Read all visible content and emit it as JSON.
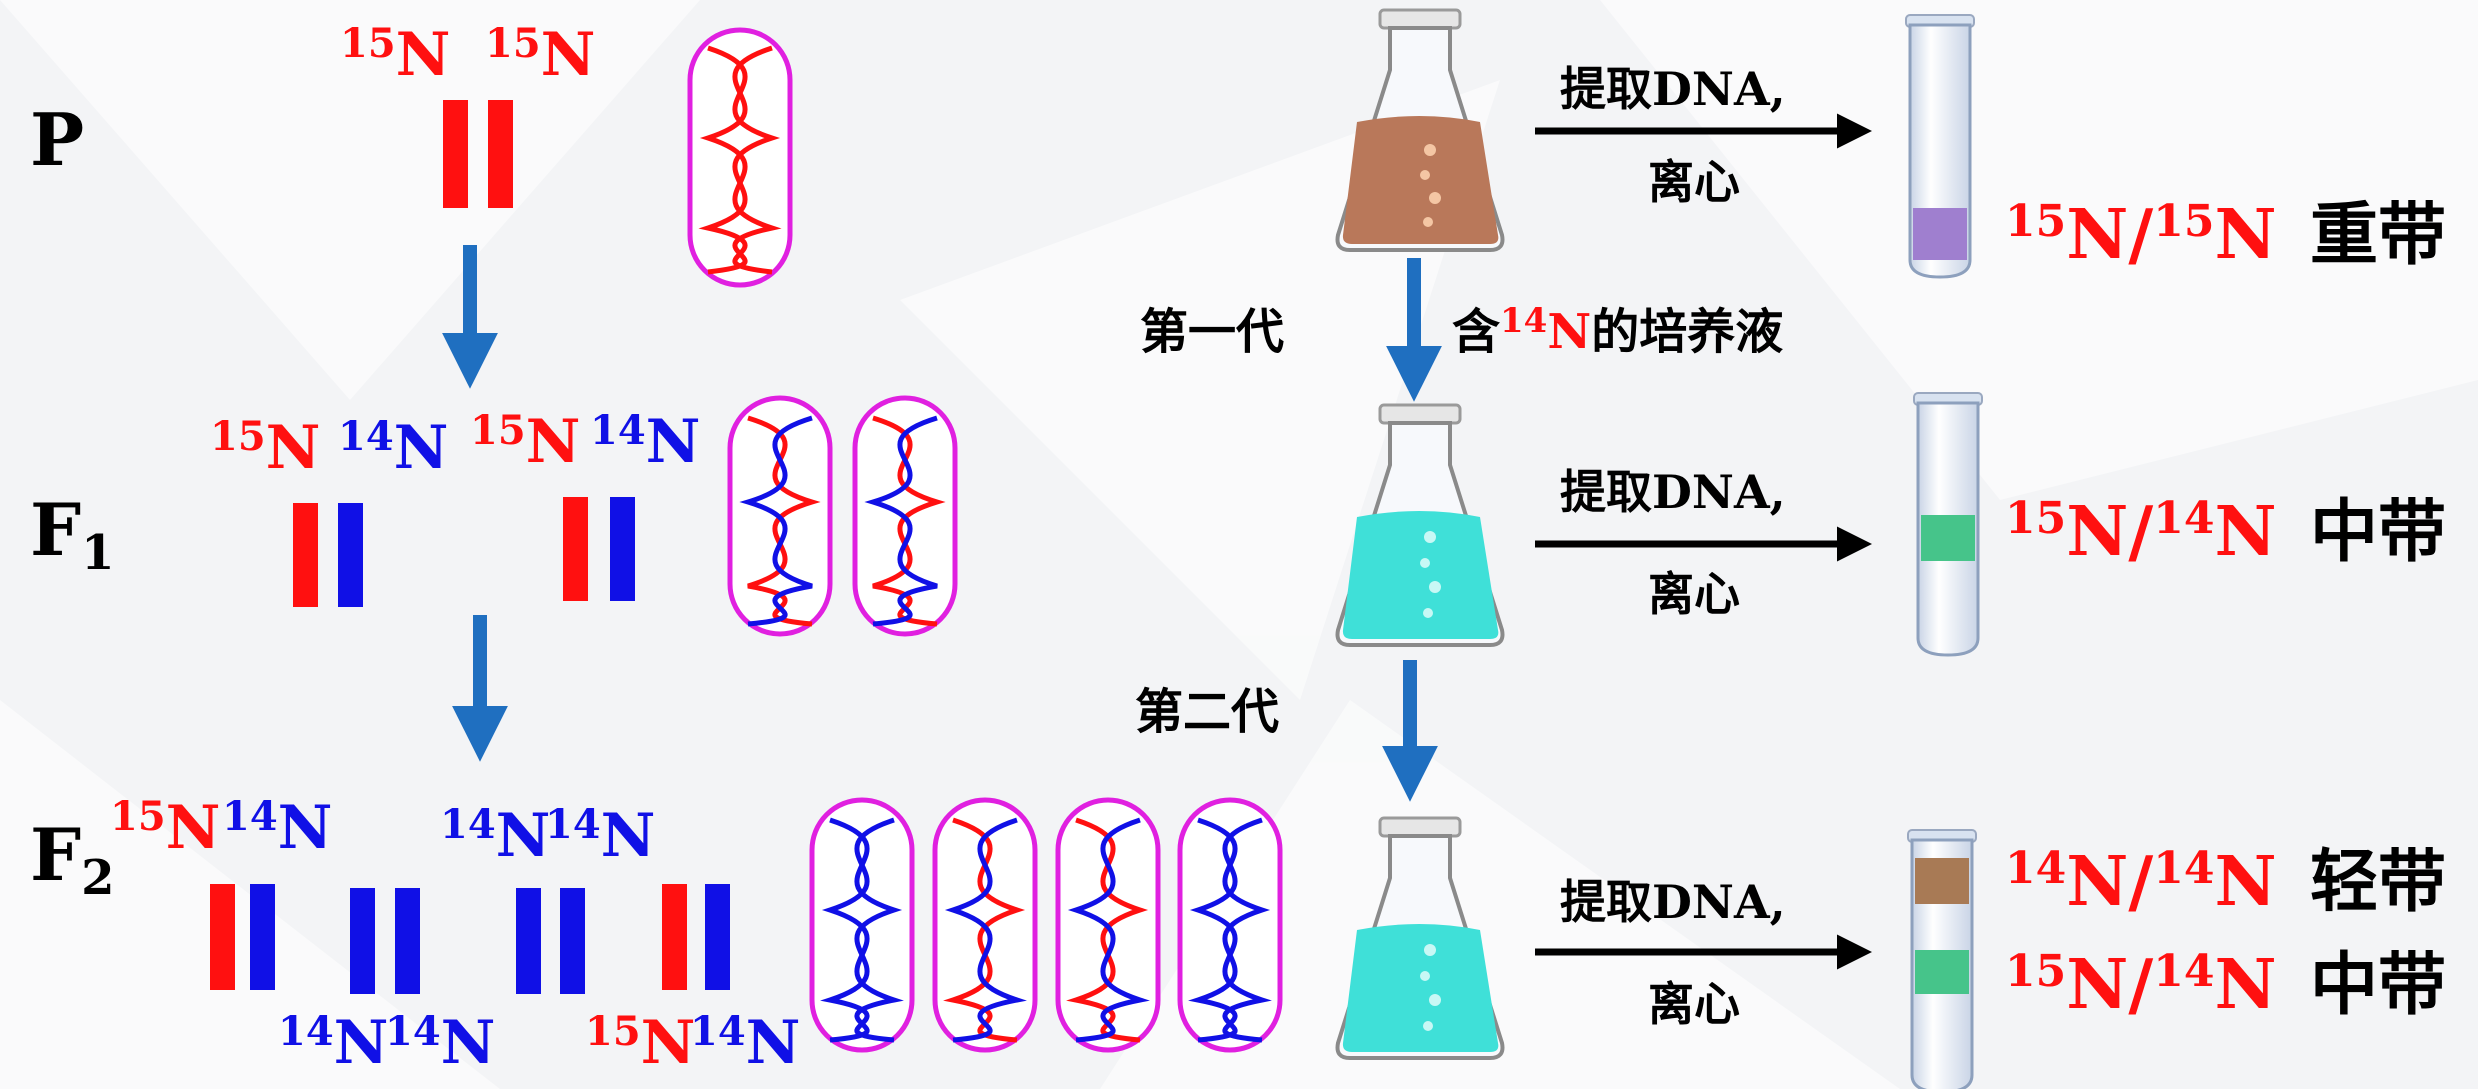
{
  "colors": {
    "red": "#ff1010",
    "blue": "#1010e6",
    "arrow_blue": "#1f6fc0",
    "capsule": "#e020e0",
    "broth_heavy": "#b9785a",
    "broth_light": "#3fe0d8",
    "band_heavy": "#9f7fcf",
    "band_mid": "#46c48a",
    "band_light": "#a87a55"
  },
  "generations": {
    "p": {
      "main": "P",
      "sub": ""
    },
    "f1": {
      "main": "F",
      "sub": "1"
    },
    "f2": {
      "main": "F",
      "sub": "2"
    }
  },
  "isotope": {
    "n15": {
      "mass": "15",
      "symbol": "N"
    },
    "n14": {
      "mass": "14",
      "symbol": "N"
    },
    "slash": "/"
  },
  "process": {
    "gen1": "第一代",
    "gen2": "第二代",
    "medium_prefix": "含",
    "medium_mass": "14",
    "medium_symbol": "N",
    "medium_suffix": "的培养液",
    "extract": "提取DNA,",
    "centrifuge": "离心"
  },
  "bands": {
    "heavy": "重带",
    "middle": "中带",
    "light": "轻带"
  }
}
